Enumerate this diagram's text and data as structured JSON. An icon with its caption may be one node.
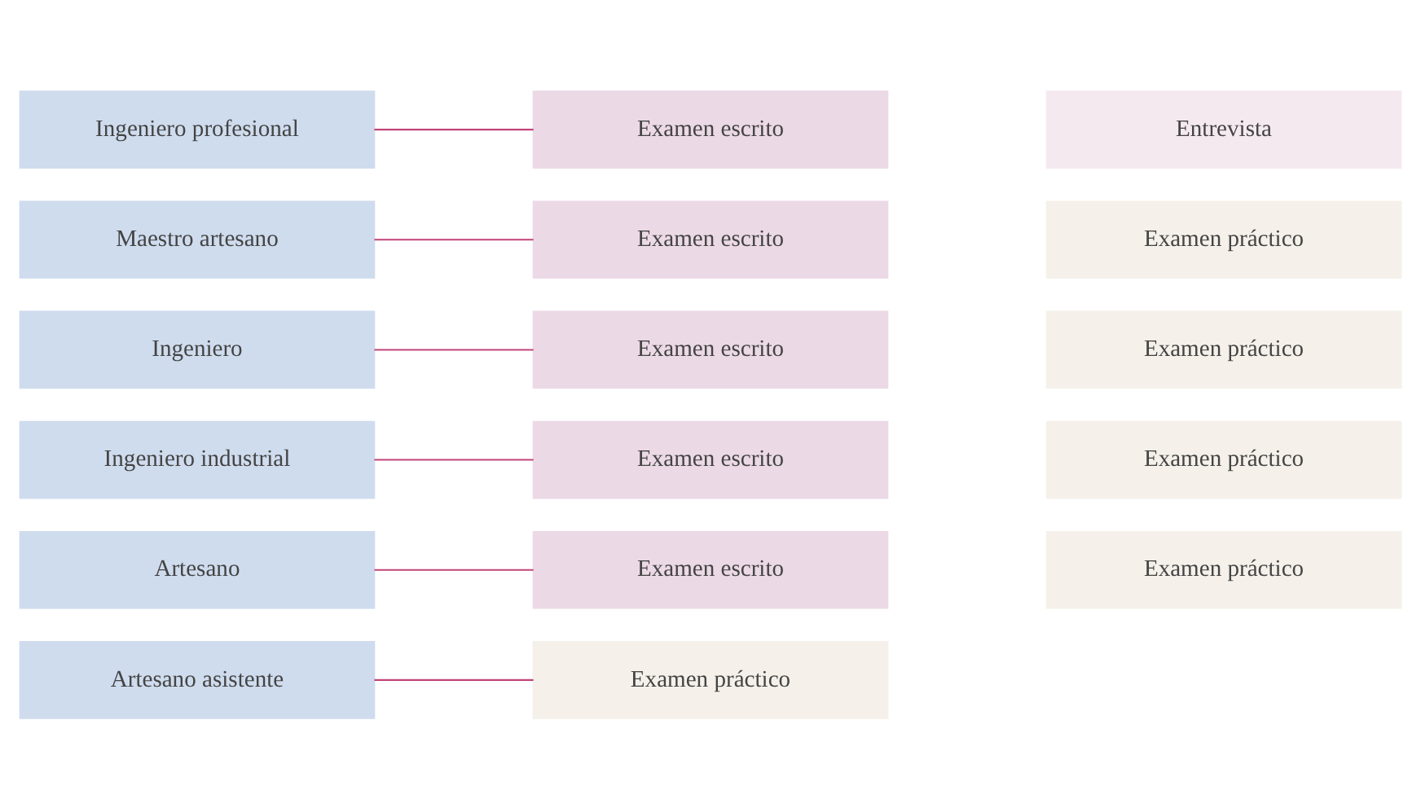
{
  "diagram": {
    "nodes": [
      {
        "text": [
          "Ingeniero profesional"
        ]
      },
      {
        "text": [
          "Examen escrito"
        ]
      },
      {
        "text": [
          "Entrevista"
        ]
      },
      {
        "text": [
          "Maestro artesano"
        ]
      },
      {
        "text": [
          "Examen escrito"
        ]
      },
      {
        "text": [
          "Examen práctico"
        ]
      },
      {
        "text": [
          "Ingeniero"
        ]
      },
      {
        "text": [
          "Examen escrito"
        ]
      },
      {
        "text": [
          "Examen práctico"
        ]
      },
      {
        "text": [
          "Ingeniero industrial"
        ]
      },
      {
        "text": [
          "Examen escrito"
        ]
      },
      {
        "text": [
          "Examen práctico"
        ]
      },
      {
        "text": [
          "Artesano"
        ]
      },
      {
        "text": [
          "Examen escrito"
        ]
      },
      {
        "text": [
          "Examen práctico"
        ]
      },
      {
        "text": [
          "Artesano asistente"
        ]
      },
      {
        "text": [
          "Examen práctico"
        ]
      }
    ],
    "edges": [
      {
        "from": 0,
        "to": 1,
        "arrow": "none"
      },
      {
        "from": 3,
        "to": 4,
        "arrow": "none"
      },
      {
        "from": 6,
        "to": 7,
        "arrow": "none"
      },
      {
        "from": 9,
        "to": 10,
        "arrow": "none"
      },
      {
        "from": 12,
        "to": 13,
        "arrow": "none"
      },
      {
        "from": 15,
        "to": 16,
        "arrow": "none"
      }
    ]
  }
}
